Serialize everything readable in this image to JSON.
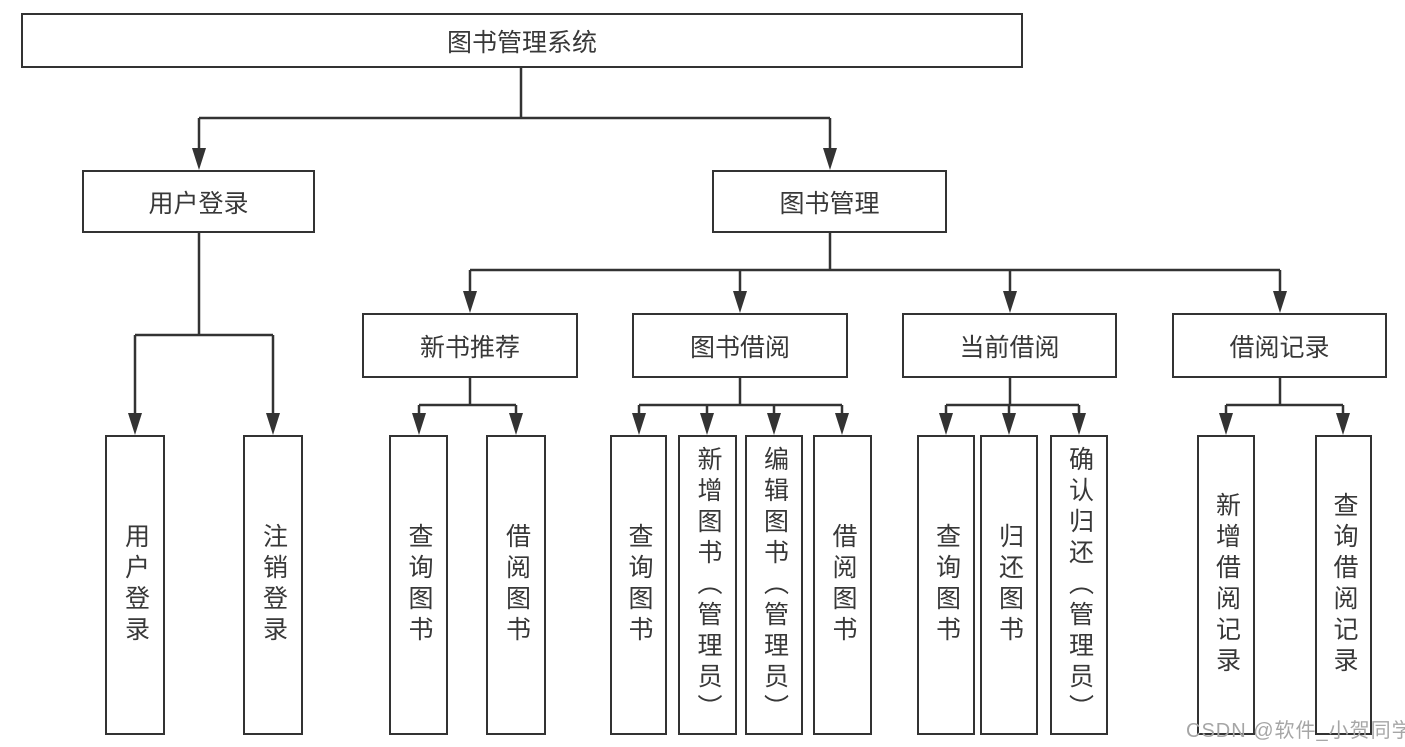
{
  "diagram": {
    "root": {
      "label": "图书管理系统"
    },
    "branches": [
      {
        "label": "用户登录",
        "children": [
          {
            "label": "用户登录"
          },
          {
            "label": "注销登录"
          }
        ]
      },
      {
        "label": "图书管理",
        "sections": [
          {
            "label": "新书推荐",
            "children": [
              {
                "label": "查询图书"
              },
              {
                "label": "借阅图书"
              }
            ]
          },
          {
            "label": "图书借阅",
            "children": [
              {
                "label": "查询图书"
              },
              {
                "label": "新增图书（管理员）"
              },
              {
                "label": "编辑图书（管理员）"
              },
              {
                "label": "借阅图书"
              }
            ]
          },
          {
            "label": "当前借阅",
            "children": [
              {
                "label": "查询图书"
              },
              {
                "label": "归还图书"
              },
              {
                "label": "确认归还（管理员）"
              }
            ]
          },
          {
            "label": "借阅记录",
            "children": [
              {
                "label": "新增借阅记录"
              },
              {
                "label": "查询借阅记录"
              }
            ]
          }
        ]
      }
    ]
  },
  "watermark": {
    "text": "CSDN @软件_小贺同学"
  },
  "colors": {
    "line": "#333333",
    "box_border": "#333333",
    "text": "#383838",
    "watermark": "#a6a6a6",
    "background": "#ffffff"
  }
}
